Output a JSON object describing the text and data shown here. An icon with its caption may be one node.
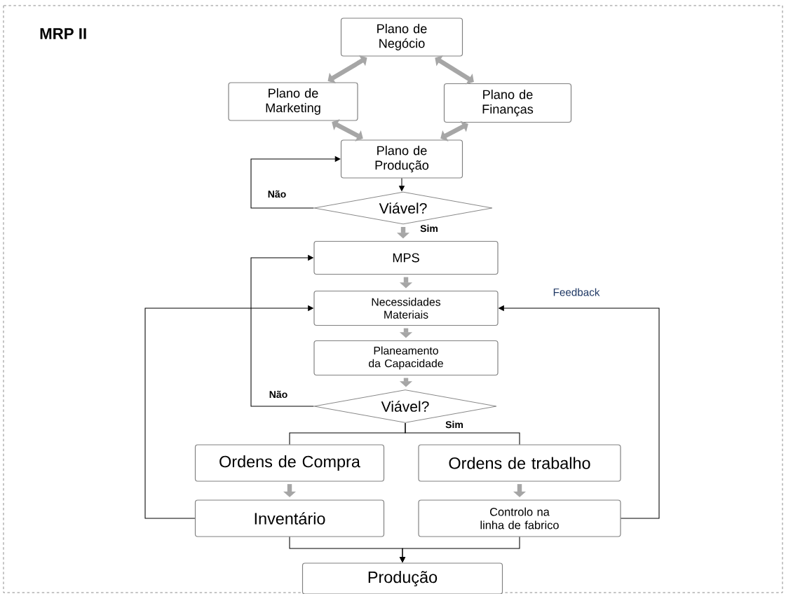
{
  "diagram": {
    "title": "MRP II",
    "nodes": [
      {
        "text": [
          "Plano de Negócio"
        ]
      },
      {
        "text": [
          "Plano de Marketing"
        ]
      },
      {
        "text": [
          "Plano de Finanças"
        ]
      },
      {
        "text": [
          "Plano de Produção"
        ]
      },
      {
        "text": [
          "Viável?"
        ]
      },
      {
        "text": [
          "MPS"
        ]
      },
      {
        "text": [
          "Necessidades Materiais"
        ]
      },
      {
        "text": [
          "Planeamento da Capacidade"
        ]
      },
      {
        "text": [
          "Viável?"
        ]
      },
      {
        "text": [
          "Ordens de Compra"
        ]
      },
      {
        "text": [
          "Ordens de trabalho"
        ]
      },
      {
        "text": [
          "Inventário"
        ]
      },
      {
        "text": [
          "Controlo na linha de fabrico"
        ]
      },
      {
        "text": [
          "Produção"
        ]
      }
    ],
    "edges": [
      {
        "from": 0,
        "to": 1,
        "arrow": "both"
      },
      {
        "from": 0,
        "to": 2,
        "arrow": "both"
      },
      {
        "from": 1,
        "to": 3,
        "arrow": "both"
      },
      {
        "from": 2,
        "to": 3,
        "arrow": "both"
      },
      {
        "from": 3,
        "to": 4,
        "arrow": "to",
        "color": "#000000"
      },
      {
        "from": 4,
        "to": 3,
        "arrow": "to",
        "label": "Não",
        "color": "#000000"
      },
      {
        "from": 4,
        "to": 5,
        "arrow": "to",
        "label": "Sim"
      },
      {
        "from": 5,
        "to": 6,
        "arrow": "to"
      },
      {
        "from": 6,
        "to": 7,
        "arrow": "to"
      },
      {
        "from": 7,
        "to": 8,
        "arrow": "to"
      },
      {
        "from": 8,
        "to": 5,
        "arrow": "to",
        "label": "Não",
        "color": "#000000"
      },
      {
        "from": 8,
        "to": 9,
        "arrow": "none",
        "color": "#000000"
      },
      {
        "from": 8,
        "to": 10,
        "arrow": "none",
        "label": "Sim",
        "color": "#000000"
      },
      {
        "from": 9,
        "to": 11,
        "arrow": "to"
      },
      {
        "from": 10,
        "to": 12,
        "arrow": "to"
      },
      {
        "from": 11,
        "to": 6,
        "arrow": "to",
        "color": "#000000"
      },
      {
        "from": 12,
        "to": 6,
        "arrow": "to",
        "label": "Feedback",
        "color": "#000000"
      },
      {
        "from": 11,
        "to": 13,
        "arrow": "to",
        "color": "#000000"
      },
      {
        "from": 12,
        "to": 13,
        "arrow": "to",
        "color": "#000000"
      }
    ]
  }
}
